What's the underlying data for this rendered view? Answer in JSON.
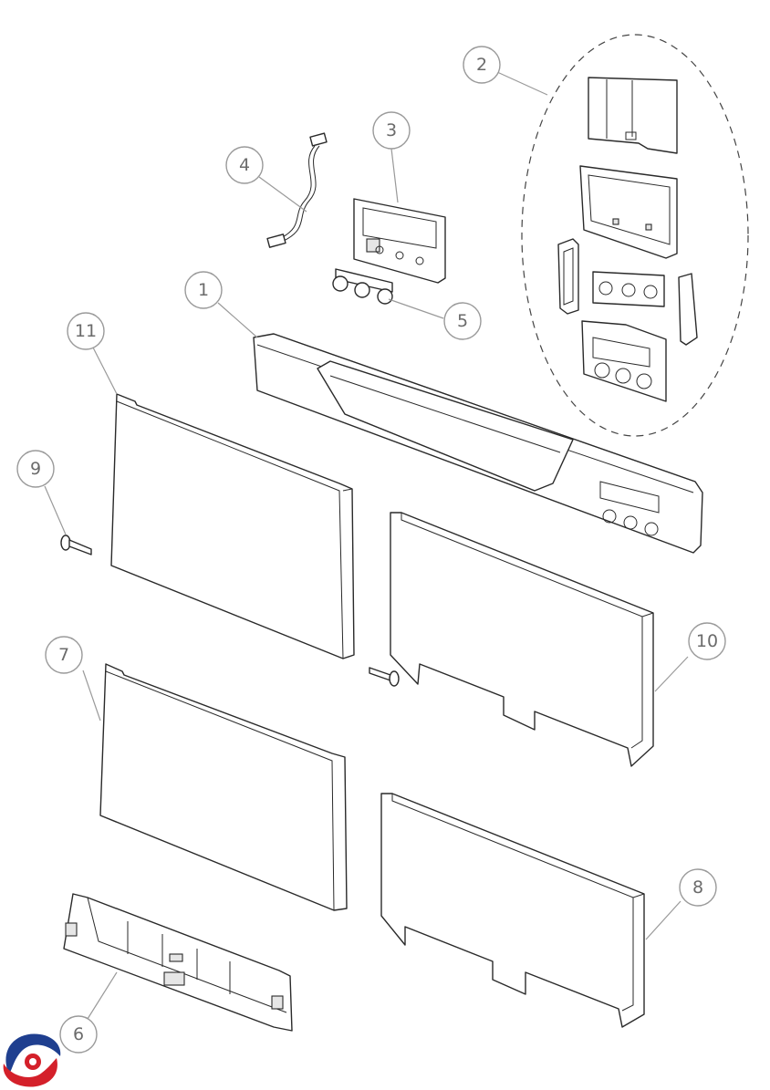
{
  "diagram": {
    "callouts": [
      {
        "id": "c1",
        "label": "1"
      },
      {
        "id": "c2",
        "label": "2"
      },
      {
        "id": "c3",
        "label": "3"
      },
      {
        "id": "c4",
        "label": "4"
      },
      {
        "id": "c5",
        "label": "5"
      },
      {
        "id": "c6",
        "label": "6"
      },
      {
        "id": "c7",
        "label": "7"
      },
      {
        "id": "c8",
        "label": "8"
      },
      {
        "id": "c9",
        "label": "9"
      },
      {
        "id": "c10",
        "label": "10"
      },
      {
        "id": "c11",
        "label": "11"
      }
    ]
  },
  "logo": {
    "colors": {
      "blue": "#1f3f8f",
      "red": "#d4202a"
    }
  }
}
